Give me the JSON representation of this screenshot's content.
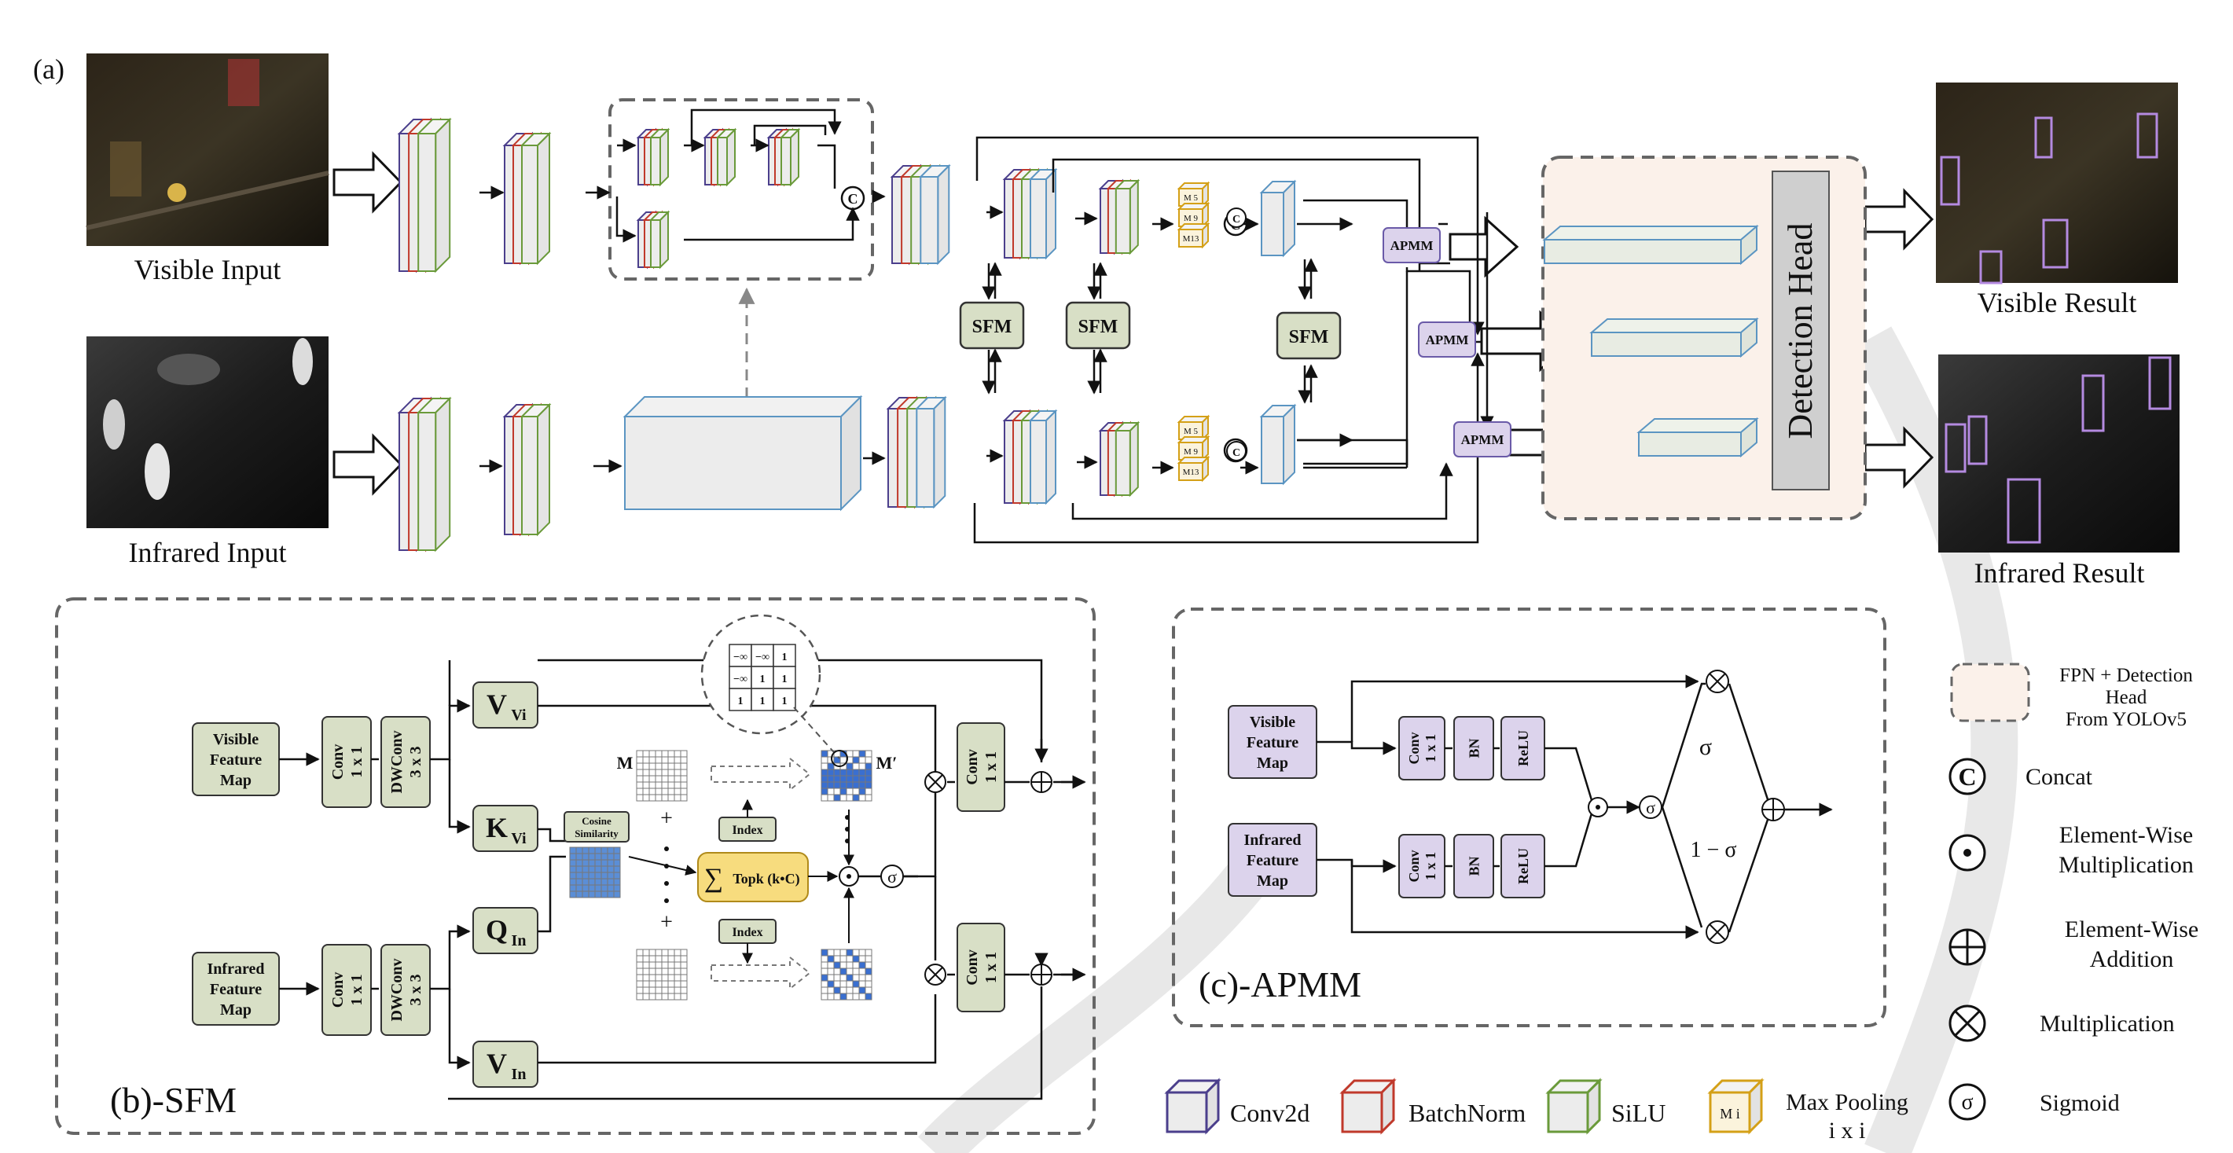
{
  "panel_a": {
    "tag": "(a)",
    "visible_input": "Visible Input",
    "infrared_input": "Infrared Input",
    "visible_result": "Visible Result",
    "infrared_result": "Infrared Result",
    "sfm": "SFM",
    "apmm": "APMM",
    "concat_symbol": "C",
    "detection_head": "Detection Head",
    "pool_labels": [
      "M 5",
      "M 9",
      "M13"
    ]
  },
  "panel_b": {
    "title": "(b)-SFM",
    "visible_feature_map": [
      "Visible",
      "Feature",
      "Map"
    ],
    "infrared_feature_map": [
      "Infrared",
      "Feature",
      "Map"
    ],
    "conv_1x1": [
      "Conv",
      "1 x 1"
    ],
    "dwconv_3x3": [
      "DWConv",
      "3 x 3"
    ],
    "v_vi": "V",
    "v_vi_sub": "Vi",
    "k_vi": "K",
    "k_vi_sub": "Vi",
    "q_in": "Q",
    "q_in_sub": "In",
    "v_in": "V",
    "v_in_sub": "In",
    "cosine_similarity": [
      "Cosine",
      "Similarity"
    ],
    "m_label": "M",
    "m_prime_label": "M′",
    "plus": "+",
    "index": "Index",
    "topk": "Topk (k•C)",
    "sigma": "σ",
    "mask_cells": [
      "−∞",
      "−∞",
      "1",
      "−∞",
      "1",
      "1",
      "1",
      "1",
      "1"
    ]
  },
  "panel_c": {
    "title": "(c)-APMM",
    "visible_feature_map": [
      "Visible",
      "Feature",
      "Map"
    ],
    "infrared_feature_map": [
      "Infrared",
      "Feature",
      "Map"
    ],
    "conv_1x1": [
      "Conv",
      "1 x 1"
    ],
    "bn": "BN",
    "relu": "ReLU",
    "sigma": "σ",
    "one_minus_sigma": "1 − σ"
  },
  "legend": {
    "fpn": [
      "FPN + Detection",
      "Head",
      "From YOLOv5"
    ],
    "concat": "Concat",
    "elem_mult": [
      "Element-Wise",
      "Multiplication"
    ],
    "elem_add": [
      "Element-Wise",
      "Addition"
    ],
    "multiplication": "Multiplication",
    "sigmoid": "Sigmoid",
    "conv2d": "Conv2d",
    "batchnorm": "BatchNorm",
    "silu": "SiLU",
    "max_pooling": [
      "Max Pooling",
      "i x i"
    ],
    "max_pool_icon": "M i"
  },
  "colors": {
    "conv": "#4b3f8c",
    "batchnorm": "#c0392b",
    "silu": "#6a9a3a",
    "maxpool": "#d4a017",
    "blue_block": "#5b95c2",
    "module_green": "#d8dfc6",
    "module_purple": "#dcd3ec",
    "topk_yellow": "#f7dc7e",
    "fpn_fill": "#fbf1ea"
  }
}
